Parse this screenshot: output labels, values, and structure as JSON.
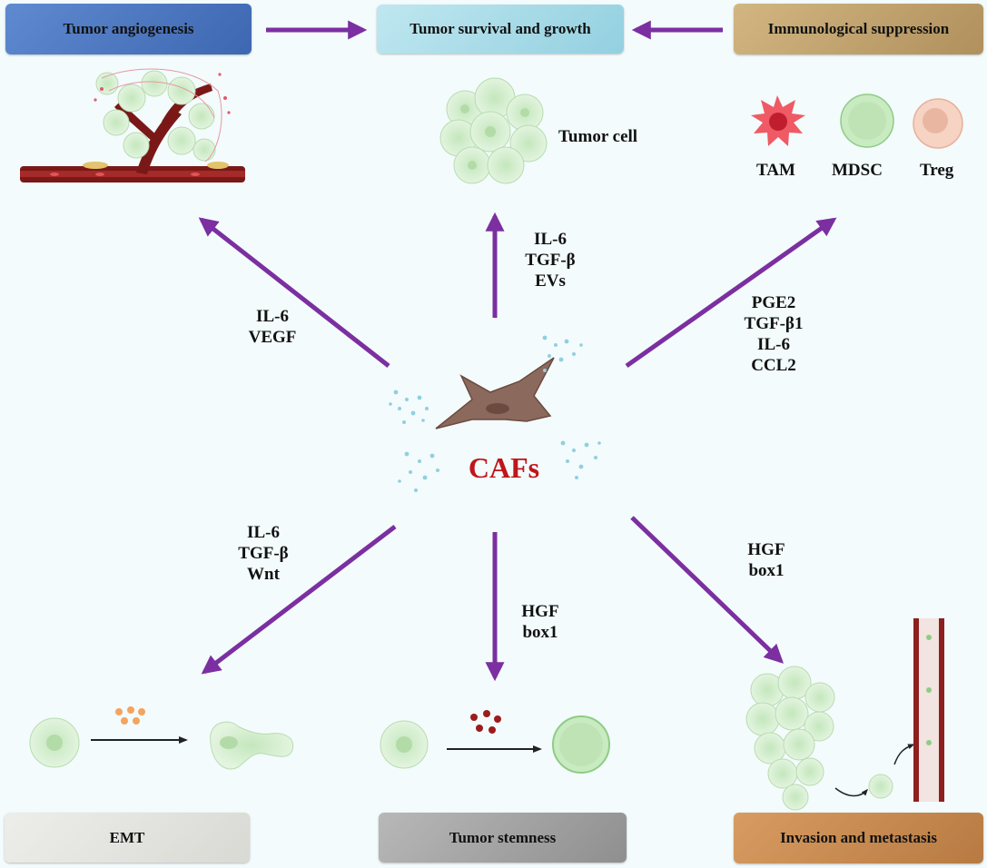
{
  "boxes": {
    "angiogenesis": "Tumor angiogenesis",
    "survival": "Tumor survival and growth",
    "immuno": "Immunological suppression",
    "emt": "EMT",
    "stemness": "Tumor stemness",
    "invasion": "Invasion and metastasis"
  },
  "center_label": "CAFs",
  "cells": {
    "tumor_cell": "Tumor cell",
    "tam": "TAM",
    "mdsc": "MDSC",
    "treg": "Treg"
  },
  "factors": {
    "angiogenesis": [
      "IL-6",
      "VEGF"
    ],
    "survival": [
      "IL-6",
      "TGF-β",
      "EVs"
    ],
    "immuno": [
      "PGE2",
      "TGF-β1",
      "IL-6",
      "CCL2"
    ],
    "emt": [
      "IL-6",
      "TGF-β",
      "Wnt"
    ],
    "stemness": [
      "HGF",
      "box1"
    ],
    "invasion": [
      "HGF",
      "box1"
    ]
  },
  "colors": {
    "arrow": "#7b2fa0",
    "caf_label": "#c0151b",
    "box_angiogenesis": "#4f7cc2",
    "box_survival": "#a8dce8",
    "box_immuno": "#c4a46e",
    "box_emt": "#e6e6e3",
    "box_stemness": "#a6a6a6",
    "box_invasion": "#c98d54"
  }
}
